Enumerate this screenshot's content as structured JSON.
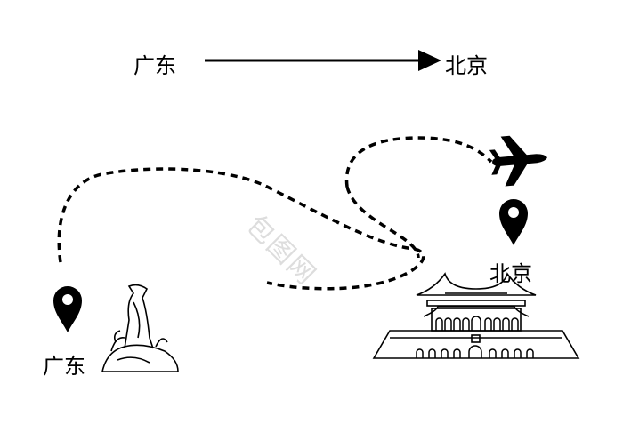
{
  "header": {
    "origin": "广东",
    "destination": "北京"
  },
  "map": {
    "origin_label": "广东",
    "destination_label": "北京"
  },
  "watermark": "包图网",
  "colors": {
    "ink": "#000000",
    "watermark": "#dddddd"
  }
}
